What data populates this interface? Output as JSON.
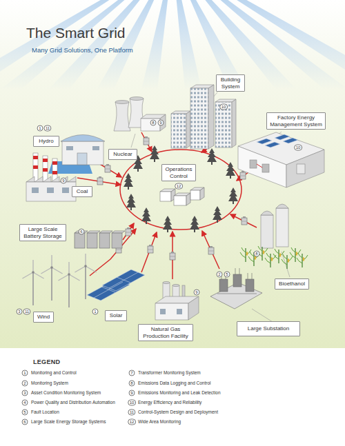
{
  "diagram": {
    "title": "The Smart Grid",
    "caption": "Many Grid Solutions, One Platform",
    "nodes": [
      {
        "text": [
          "Building System"
        ]
      },
      {
        "text": [
          "Factory Energy Management System"
        ]
      },
      {
        "text": [
          "Hydro"
        ]
      },
      {
        "text": [
          "Nuclear"
        ]
      },
      {
        "text": [
          "Operations Control"
        ]
      },
      {
        "text": [
          "Coal"
        ]
      },
      {
        "text": [
          "Large Scale Battery Storage"
        ]
      },
      {
        "text": [
          "Bioethanol"
        ]
      },
      {
        "text": [
          "Wind"
        ]
      },
      {
        "text": [
          "Solar"
        ]
      },
      {
        "text": [
          "Natural Gas Production Facility"
        ]
      },
      {
        "text": [
          "Large Substation"
        ]
      }
    ],
    "labels": [
      "LEGEND",
      "1",
      "11",
      "8",
      "9",
      "10",
      "10",
      "12",
      "9",
      "6",
      "3",
      "11",
      "1",
      "9",
      "2",
      "5",
      "8",
      "1",
      "2",
      "3",
      "4",
      "5",
      "6",
      "7",
      "8",
      "9",
      "10",
      "11",
      "12"
    ],
    "legend": [
      {
        "text": "Monitoring and Control"
      },
      {
        "text": "Monitoring System"
      },
      {
        "text": "Asset Condition Monitoring System"
      },
      {
        "text": "Power Quality and Distribution Automation"
      },
      {
        "text": "Fault Location"
      },
      {
        "text": "Large Scale Energy Storage Systems"
      },
      {
        "text": "Transformer Monitoring System"
      },
      {
        "text": "Emissions Data Logging and Control"
      },
      {
        "text": "Emissions Monitoring and Leak Detection"
      },
      {
        "text": "Energy Efficiency and Reliability"
      },
      {
        "text": "Control-System Design and Deployment"
      },
      {
        "text": "Wide Area Monitoring"
      }
    ]
  }
}
